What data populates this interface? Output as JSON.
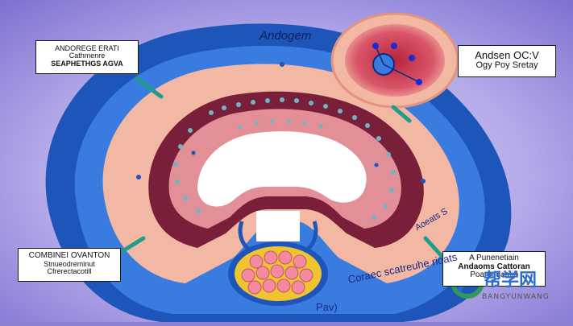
{
  "colors": {
    "background_outer": "#7b6fd0",
    "background_inner": "#c9c3ee",
    "outer_band": "#1e55b8",
    "outer_band_light": "#3a7be0",
    "tissue": "#f3b8a3",
    "tissue_dark": "#e2947e",
    "lumen": "#ffffff",
    "mucosa_dark": "#7a1f3a",
    "cell_pink": "#f4a3a8",
    "dot_teal": "#6fb6c4",
    "mass_yellow": "#f0c430",
    "mass_cell": "#f48aa0",
    "inset_red": "#b8243c",
    "inset_dot": "#1b2ad6",
    "pointer_teal": "#1f9c8a"
  },
  "labels": {
    "top_center": "Andogem",
    "top_left": [
      "ANDOREGE ERATI",
      "Cathmenre",
      "SEAPHETHGS AGVA"
    ],
    "top_right": [
      "Andsen OC:V",
      "Ogy Poy Sretay"
    ],
    "bottom_left": [
      "COMBINEI OVANTON",
      "Stnueodreminut",
      "Cfrerectacotill"
    ],
    "bottom_right_center": "Coraec scatreuhe rioats",
    "bottom_right": [
      "A Punenetiain",
      "Andaoms Cattoran",
      "Poarendamid"
    ],
    "bottom_center": "Pav)",
    "right_slanted": "Aoeats S"
  },
  "watermark": {
    "text": "BANGYUNWANG",
    "glyphs": "帮学网"
  }
}
